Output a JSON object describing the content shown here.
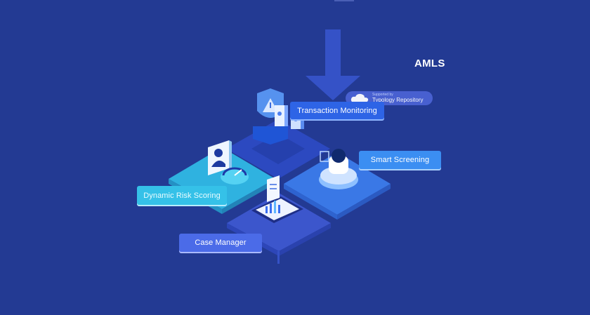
{
  "title": "AMLS",
  "modules": {
    "transaction_monitoring": "Transaction Monitoring",
    "smart_screening": "Smart Screening",
    "dynamic_risk_scoring": "Dynamic Risk Scoring",
    "case_manager": "Case Manager"
  },
  "typology": {
    "small_text": "Supported by",
    "name": "Typology Repository"
  },
  "colors": {
    "background": "#233a93",
    "tm": "#2e64e6",
    "ss": "#3b8ef2",
    "drs": "#35c1e8",
    "cm": "#4b6be8"
  }
}
